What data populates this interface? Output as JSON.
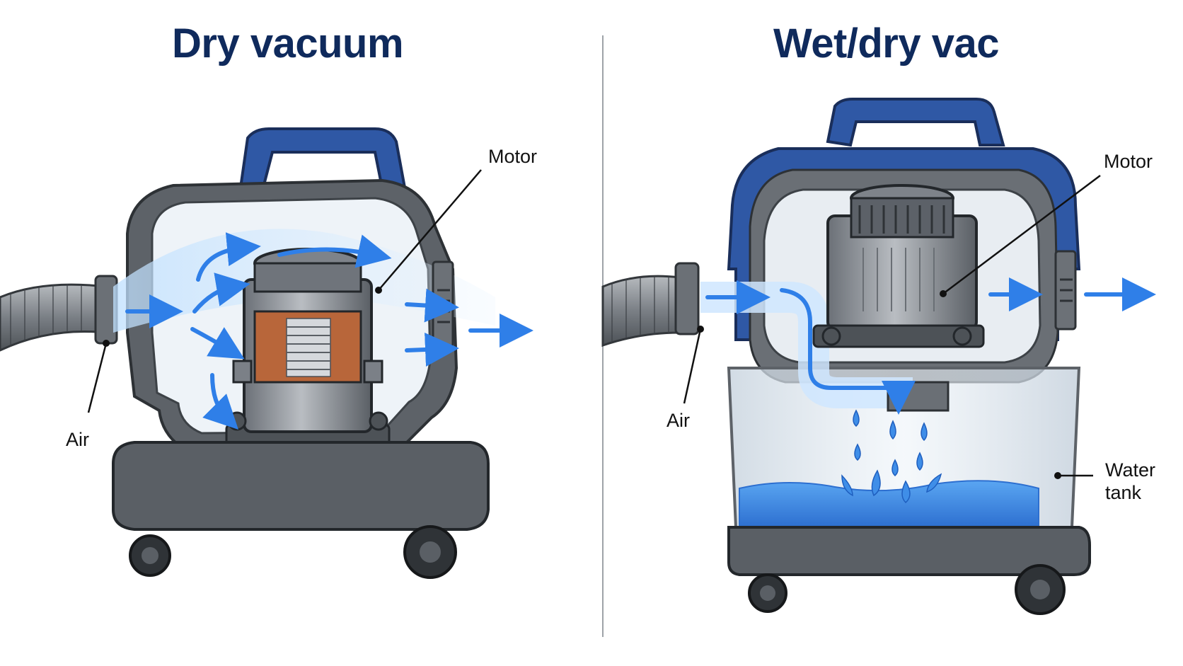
{
  "panels": {
    "left": {
      "title": "Dry vacuum",
      "labels": {
        "motor": "Motor",
        "air": "Air"
      }
    },
    "right": {
      "title": "Wet/dry vac",
      "labels": {
        "motor": "Motor",
        "air": "Air",
        "water_tank_line1": "Water",
        "water_tank_line2": "tank"
      }
    }
  },
  "colors": {
    "title": "#0f2a5c",
    "handle_blue": "#2f58a5",
    "body_gray": "#5d6268",
    "air_flow": "#2f7fe8",
    "water": "#3f8ee8",
    "divider": "#9ea3a8"
  }
}
